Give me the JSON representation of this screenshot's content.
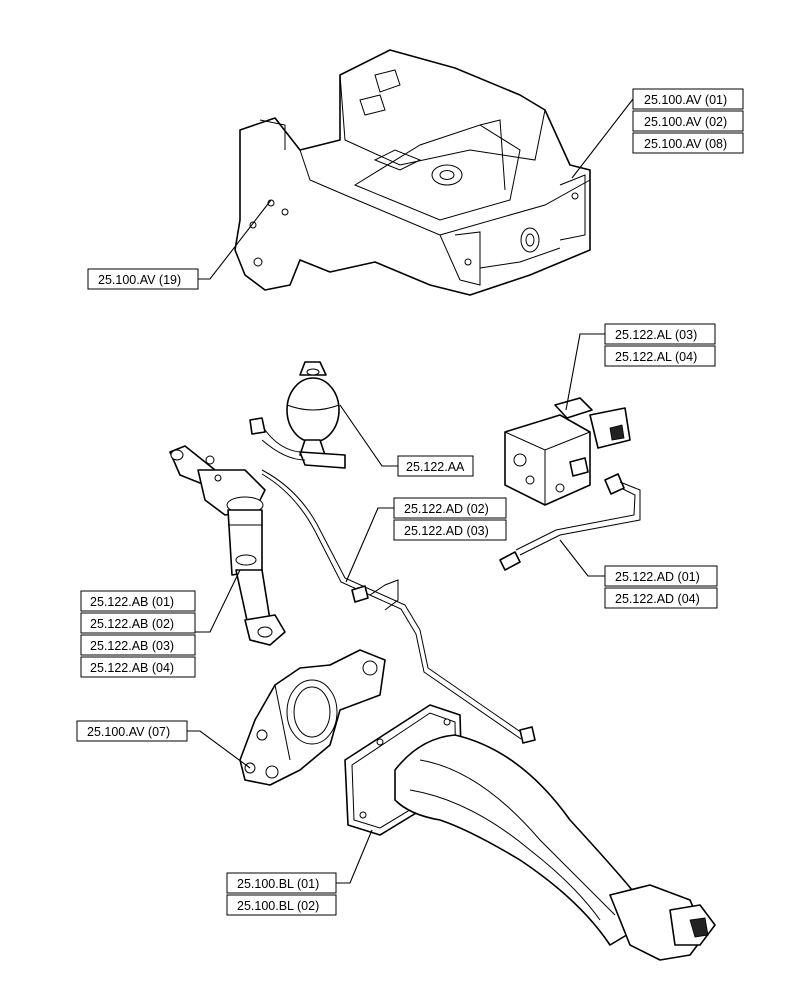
{
  "callouts": {
    "top_frame_group": [
      "25.100.AV (01)",
      "25.100.AV (02)",
      "25.100.AV (08)"
    ],
    "top_frame_left": [
      "25.100.AV (19)"
    ],
    "valve_group": [
      "25.122.AL (03)",
      "25.122.AL (04)"
    ],
    "accumulator": [
      "25.122.AA"
    ],
    "pipe_upper_group": [
      "25.122.AD (02)",
      "25.122.AD (03)"
    ],
    "pipe_right_group": [
      "25.122.AD (01)",
      "25.122.AD (04)"
    ],
    "cylinder_group": [
      "25.122.AB (01)",
      "25.122.AB (02)",
      "25.122.AB (03)",
      "25.122.AB (04)"
    ],
    "bracket": [
      "25.100.AV (07)"
    ],
    "axle_arm_group": [
      "25.100.BL (01)",
      "25.100.BL (02)"
    ]
  }
}
